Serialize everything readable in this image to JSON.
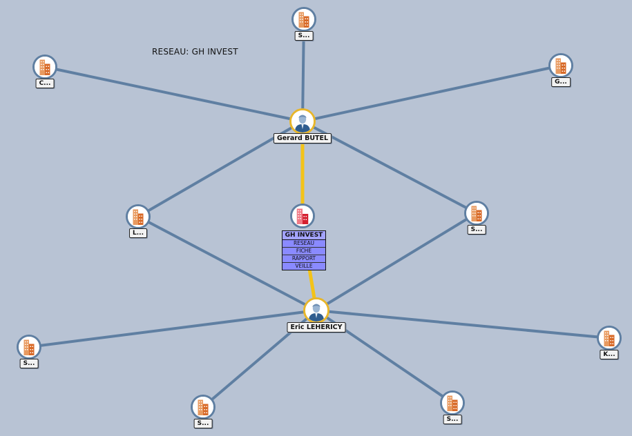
{
  "title": "RESEAU: GH INVEST",
  "colors": {
    "background": "#b8c3d4",
    "edge": "#5f7fa2",
    "active_edge": "#f3c318",
    "menu_bg": "#8f8fff"
  },
  "center": {
    "name": "GH INVEST",
    "icon": "building-red-icon",
    "menu": [
      "RESEAU",
      "FICHE",
      "RAPPORT",
      "VEILLE"
    ]
  },
  "people": [
    {
      "label": "Gerard BUTEL",
      "icon": "person-icon"
    },
    {
      "label": "Eric LEHERICY",
      "icon": "person-icon"
    }
  ],
  "companies": [
    {
      "label": "S...",
      "icon": "building-icon"
    },
    {
      "label": "C...",
      "icon": "building-icon"
    },
    {
      "label": "G...",
      "icon": "building-icon"
    },
    {
      "label": "L...",
      "icon": "building-icon"
    },
    {
      "label": "S...",
      "icon": "building-icon"
    },
    {
      "label": "S...",
      "icon": "building-icon"
    },
    {
      "label": "K...",
      "icon": "building-icon"
    },
    {
      "label": "S...",
      "icon": "building-icon"
    },
    {
      "label": "S...",
      "icon": "building-icon"
    }
  ]
}
